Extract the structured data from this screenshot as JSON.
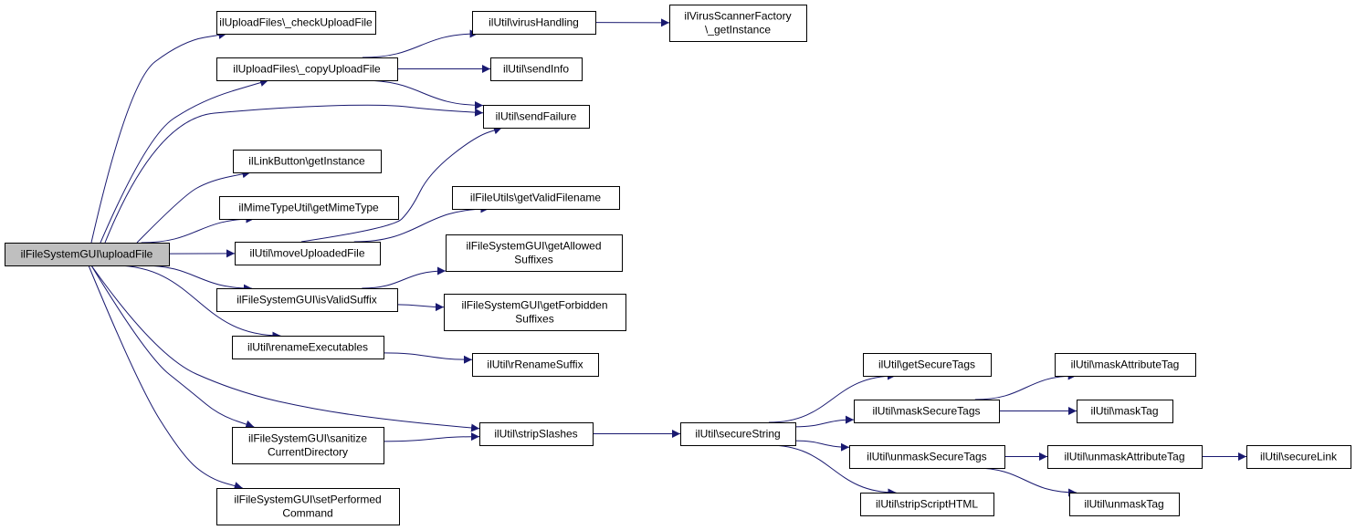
{
  "title": "",
  "edge_color": "#191970",
  "node_fill": "#ffffff",
  "root_fill": "#bfbfbf",
  "nodes": [
    {
      "id": "root",
      "lines": [
        "ilFileSystemGUI\\uploadFile"
      ],
      "root": true
    },
    {
      "id": "checkUpload",
      "lines": [
        "ilUploadFiles\\_checkUploadFile"
      ]
    },
    {
      "id": "copyUpload",
      "lines": [
        "ilUploadFiles\\_copyUploadFile"
      ]
    },
    {
      "id": "linkButton",
      "lines": [
        "ilLinkButton\\getInstance"
      ]
    },
    {
      "id": "mimeType",
      "lines": [
        "ilMimeTypeUtil\\getMimeType"
      ]
    },
    {
      "id": "moveUploaded",
      "lines": [
        "ilUtil\\moveUploadedFile"
      ]
    },
    {
      "id": "isValidSuffix",
      "lines": [
        "ilFileSystemGUI\\isValidSuffix"
      ]
    },
    {
      "id": "renameExec",
      "lines": [
        "ilUtil\\renameExecutables"
      ]
    },
    {
      "id": "sanitize",
      "lines": [
        "ilFileSystemGUI\\sanitize",
        "CurrentDirectory"
      ]
    },
    {
      "id": "setPerformed",
      "lines": [
        "ilFileSystemGUI\\setPerformed",
        "Command"
      ]
    },
    {
      "id": "virusHandling",
      "lines": [
        "ilUtil\\virusHandling"
      ]
    },
    {
      "id": "sendInfo",
      "lines": [
        "ilUtil\\sendInfo"
      ]
    },
    {
      "id": "sendFailure",
      "lines": [
        "ilUtil\\sendFailure"
      ]
    },
    {
      "id": "validFilename",
      "lines": [
        "ilFileUtils\\getValidFilename"
      ]
    },
    {
      "id": "allowedSuffixes",
      "lines": [
        "ilFileSystemGUI\\getAllowed",
        "Suffixes"
      ]
    },
    {
      "id": "forbiddenSuffixes",
      "lines": [
        "ilFileSystemGUI\\getForbidden",
        "Suffixes"
      ]
    },
    {
      "id": "rRename",
      "lines": [
        "ilUtil\\rRenameSuffix"
      ]
    },
    {
      "id": "stripSlashes",
      "lines": [
        "ilUtil\\stripSlashes"
      ]
    },
    {
      "id": "virusFactory",
      "lines": [
        "ilVirusScannerFactory",
        "\\_getInstance"
      ]
    },
    {
      "id": "secureString",
      "lines": [
        "ilUtil\\secureString"
      ]
    },
    {
      "id": "getSecureTags",
      "lines": [
        "ilUtil\\getSecureTags"
      ]
    },
    {
      "id": "maskSecureTags",
      "lines": [
        "ilUtil\\maskSecureTags"
      ]
    },
    {
      "id": "unmaskSecureTags",
      "lines": [
        "ilUtil\\unmaskSecureTags"
      ]
    },
    {
      "id": "stripScript",
      "lines": [
        "ilUtil\\stripScriptHTML"
      ]
    },
    {
      "id": "maskAttr",
      "lines": [
        "ilUtil\\maskAttributeTag"
      ]
    },
    {
      "id": "maskTag",
      "lines": [
        "ilUtil\\maskTag"
      ]
    },
    {
      "id": "unmaskAttr",
      "lines": [
        "ilUtil\\unmaskAttributeTag"
      ]
    },
    {
      "id": "unmaskTag",
      "lines": [
        "ilUtil\\unmaskTag"
      ]
    },
    {
      "id": "secureLink",
      "lines": [
        "ilUtil\\secureLink"
      ]
    }
  ],
  "edges": [
    [
      "root",
      "checkUpload"
    ],
    [
      "root",
      "copyUpload"
    ],
    [
      "root",
      "sendFailure"
    ],
    [
      "root",
      "linkButton"
    ],
    [
      "root",
      "mimeType"
    ],
    [
      "root",
      "moveUploaded"
    ],
    [
      "root",
      "isValidSuffix"
    ],
    [
      "root",
      "renameExec"
    ],
    [
      "root",
      "stripSlashes"
    ],
    [
      "root",
      "sanitize"
    ],
    [
      "root",
      "setPerformed"
    ],
    [
      "copyUpload",
      "virusHandling"
    ],
    [
      "copyUpload",
      "sendInfo"
    ],
    [
      "copyUpload",
      "sendFailure"
    ],
    [
      "virusHandling",
      "virusFactory"
    ],
    [
      "moveUploaded",
      "sendFailure"
    ],
    [
      "moveUploaded",
      "validFilename"
    ],
    [
      "isValidSuffix",
      "allowedSuffixes"
    ],
    [
      "isValidSuffix",
      "forbiddenSuffixes"
    ],
    [
      "renameExec",
      "rRename"
    ],
    [
      "sanitize",
      "stripSlashes"
    ],
    [
      "stripSlashes",
      "secureString"
    ],
    [
      "secureString",
      "getSecureTags"
    ],
    [
      "secureString",
      "maskSecureTags"
    ],
    [
      "secureString",
      "unmaskSecureTags"
    ],
    [
      "secureString",
      "stripScript"
    ],
    [
      "maskSecureTags",
      "maskAttr"
    ],
    [
      "maskSecureTags",
      "maskTag"
    ],
    [
      "unmaskSecureTags",
      "unmaskAttr"
    ],
    [
      "unmaskSecureTags",
      "unmaskTag"
    ],
    [
      "unmaskAttr",
      "secureLink"
    ]
  ]
}
